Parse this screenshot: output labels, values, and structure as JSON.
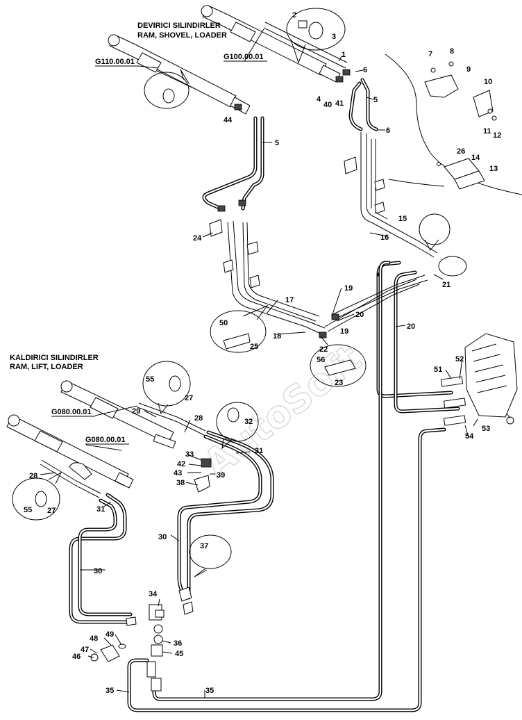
{
  "headers": {
    "tilt_tr": "DEVIRICI SILINDIRLER",
    "tilt_en": "RAM, SHOVEL, LOADER",
    "lift_tr": "KALDIRICI SILINDIRLER",
    "lift_en": "RAM, LIFT, LOADER"
  },
  "refs": {
    "r1": "G110.00.01",
    "r2": "G100.00.01",
    "r3": "G080.00.01",
    "r4": "G080.00.01"
  },
  "watermark": "AutoSoft",
  "callouts": {
    "n2": "2",
    "n3": "3",
    "n1": "1",
    "n6a": "6",
    "n4": "4",
    "n40": "40",
    "n41": "41",
    "n5a": "5",
    "n6b": "6",
    "n44": "44",
    "n5b": "5",
    "n7": "7",
    "n8": "8",
    "n9": "9",
    "n10": "10",
    "n11": "11",
    "n12": "12",
    "n26": "26",
    "n14": "14",
    "n13": "13",
    "n15": "15",
    "n16": "16",
    "n24": "24",
    "n21": "21",
    "n19a": "19",
    "n17": "17",
    "n20a": "20",
    "n20b": "20",
    "n19b": "19",
    "n50": "50",
    "n18": "18",
    "n25": "25",
    "n22": "22",
    "n56": "56",
    "n23": "23",
    "n51": "51",
    "n52": "52",
    "n53": "53",
    "n54": "54",
    "n55a": "55",
    "n27a": "27",
    "n29": "29",
    "n28a": "28",
    "n32": "32",
    "n31a": "31",
    "n33": "33",
    "n42": "42",
    "n43": "43",
    "n39": "39",
    "n38": "38",
    "n28b": "28",
    "n55b": "55",
    "n27b": "27",
    "n31b": "31",
    "n30a": "30",
    "n37": "37",
    "n30b": "30",
    "n34": "34",
    "n48": "48",
    "n49": "49",
    "n47": "47",
    "n46": "46",
    "n36": "36",
    "n45": "45",
    "n35a": "35",
    "n35b": "35"
  }
}
